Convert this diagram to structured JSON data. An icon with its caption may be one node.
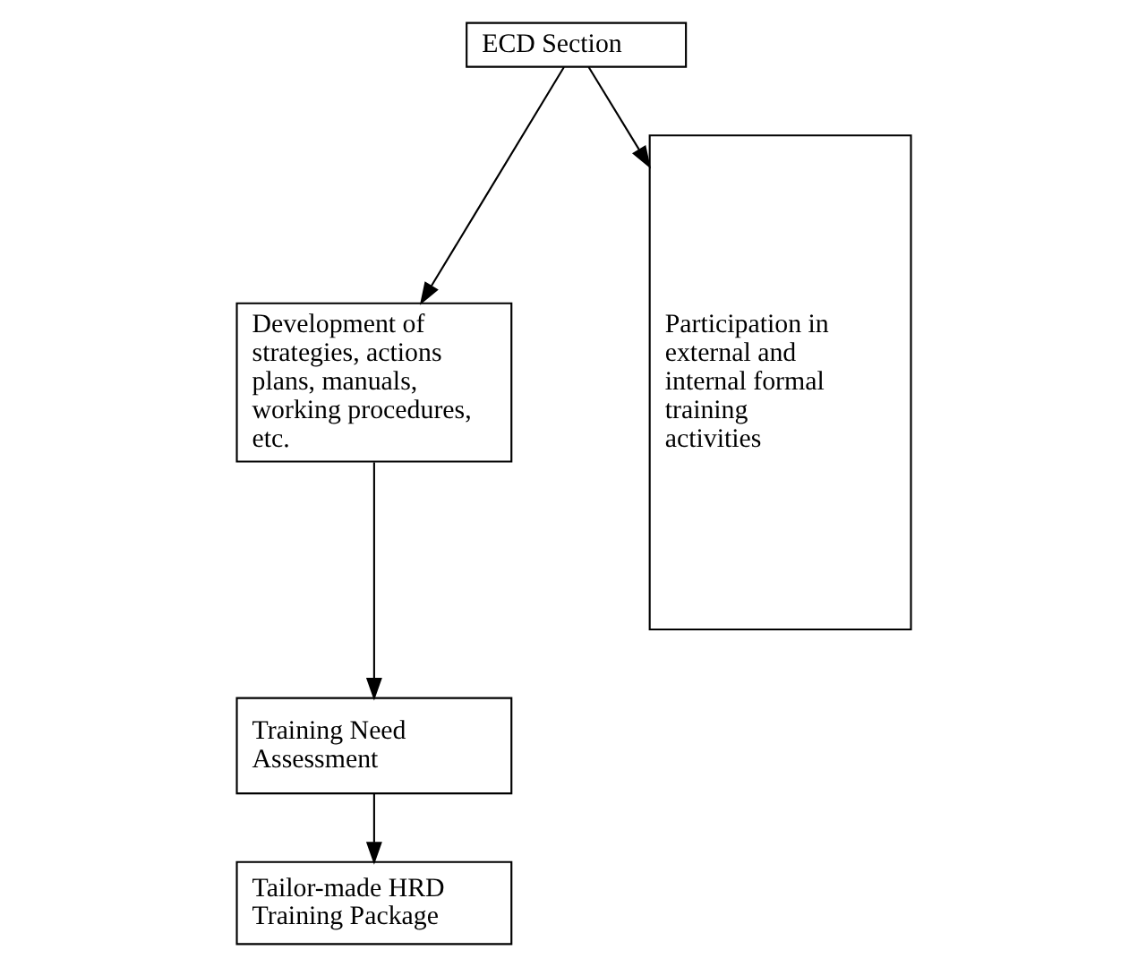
{
  "diagram": {
    "nodes": [
      {
        "text": [
          "ECD Section"
        ]
      },
      {
        "text": [
          "Development of strategies, actions plans, manuals, working procedures, etc."
        ]
      },
      {
        "text": [
          "Training Need Assessment"
        ]
      },
      {
        "text": [
          "Tailor-made HRD Training Package"
        ]
      },
      {
        "text": [
          "Participation in external and internal formal training activities"
        ]
      }
    ],
    "edges": [
      {
        "from": 0,
        "to": 1,
        "arrow": "to"
      },
      {
        "from": 0,
        "to": 4,
        "arrow": "to"
      },
      {
        "from": 1,
        "to": 2,
        "arrow": "to"
      },
      {
        "from": 2,
        "to": 3,
        "arrow": "to"
      }
    ]
  }
}
